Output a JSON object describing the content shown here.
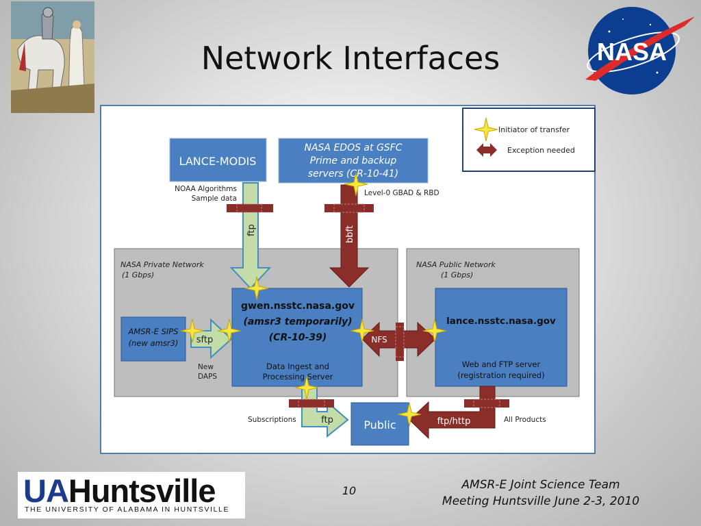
{
  "slide": {
    "title": "Network Interfaces",
    "page_number": "10",
    "footer_line1": "AMSR-E Joint Science Team",
    "footer_line2": "Meeting Huntsville June 2-3, 2010"
  },
  "logos": {
    "nasa_text": "NASA",
    "ua_text_ua": "UA",
    "ua_text_huntsville": "Huntsville",
    "ua_subtitle": "THE UNIVERSITY OF ALABAMA IN HUNTSVILLE"
  },
  "colors": {
    "box_blue": "#4a7fc1",
    "network_gray": "#bebebe",
    "arrow_green": "#c4dcaa",
    "arrow_red": "#8b2e2a",
    "star_yellow": "#f6e640"
  },
  "legend": {
    "initiator_label": "Initiator of transfer",
    "exception_label": "Exception needed"
  },
  "nodes": {
    "lance_modis": "LANCE-MODIS",
    "edos_line1": "NASA  EDOS at GSFC",
    "edos_line2": "Prime and backup",
    "edos_line3": "servers (CR-10-41)",
    "private_net_line1": "NASA  Private Network",
    "private_net_line2": "(1 Gbps)",
    "public_net_line1": "NASA Public Network",
    "public_net_line2": "(1 Gbps)",
    "sips_line1": "AMSR-E SIPS",
    "sips_line2": "(new amsr3)",
    "gwen_line1": "gwen.nsstc.nasa.gov",
    "gwen_line2": "(amsr3 temporarily)",
    "gwen_line3": "(CR-10-39)",
    "gwen_line4": "Data Ingest and",
    "gwen_line5": "Processing Server",
    "lance_host": "lance.nsstc.nasa.gov",
    "lance_desc1": "Web and FTP server",
    "lance_desc2": "(registration required)",
    "public": "Public"
  },
  "annotations": {
    "noaa_line1": "NOAA Algorithms",
    "noaa_line2": "Sample data",
    "level0": "Level-0 GBAD & RBD",
    "new_daps_line1": "New",
    "new_daps_line2": "DAPS",
    "subscriptions": "Subscriptions",
    "all_products": "All Products"
  },
  "arrow_labels": {
    "ftp_down": "ftp",
    "bbft": "bbft",
    "sftp": "sftp",
    "nfs": "NFS",
    "ftp_public": "ftp",
    "ftp_http": "ftp/http"
  }
}
